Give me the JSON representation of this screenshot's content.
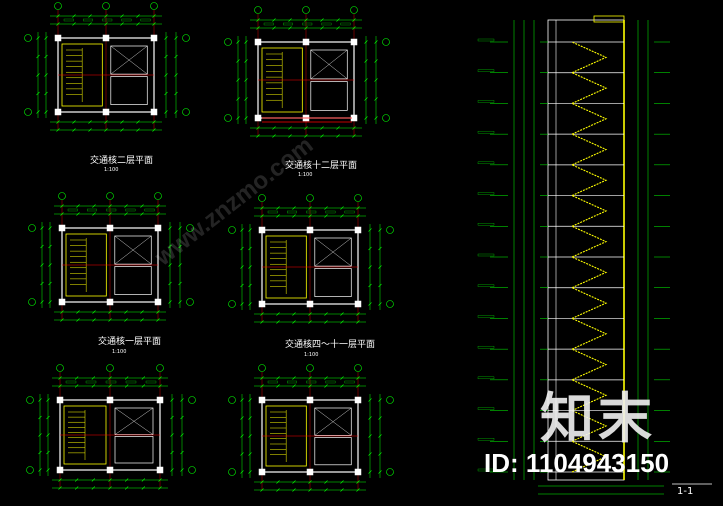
{
  "plans": [
    {
      "title": "交通核二层平面",
      "scale": "1:100"
    },
    {
      "title": "交通核十二层平面",
      "scale": "1:100"
    },
    {
      "title": "交通核一层平面",
      "scale": "1:100"
    },
    {
      "title": "交通核四～十一层平面",
      "scale": "1:100"
    },
    {
      "title": "",
      "scale": ""
    },
    {
      "title": "",
      "scale": ""
    }
  ],
  "section": {
    "title": "1-1"
  },
  "watermark": {
    "logo": "知末",
    "id": "ID: 1104943150",
    "site": "www.znzmo.com"
  },
  "colors": {
    "background": "#000000",
    "wall": "#ffff00",
    "dim": "#00ff00",
    "column": "#ffffff",
    "axis": "#ff0000",
    "cyan": "#00ffff"
  }
}
